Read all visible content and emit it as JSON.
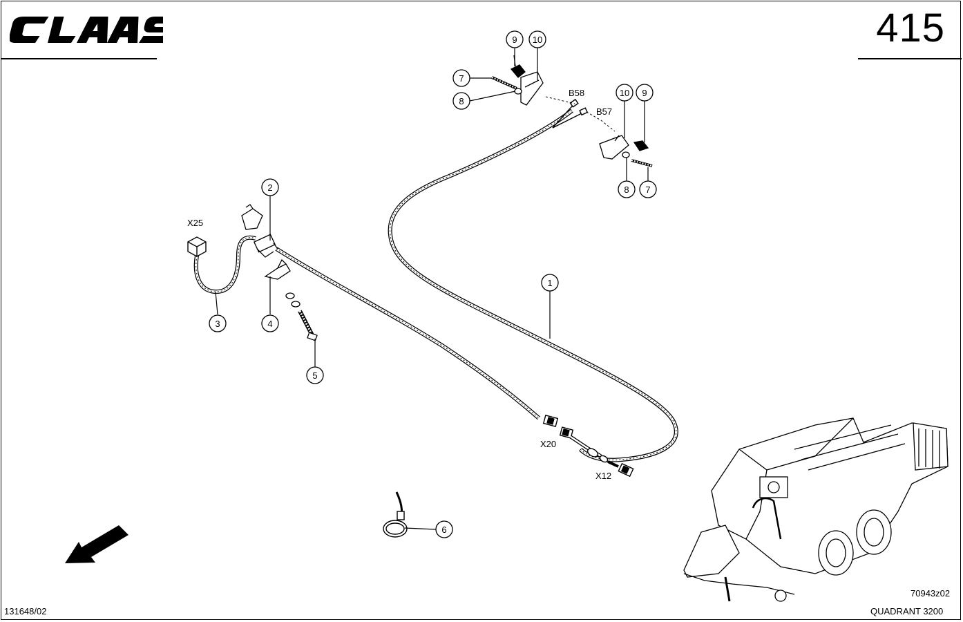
{
  "header": {
    "brand": "CLAAS",
    "page_number": "415"
  },
  "footer": {
    "document_number": "131648/02",
    "drawing_code": "70943z02",
    "model": "QUADRANT 3200"
  },
  "callouts": {
    "c1": "1",
    "c2": "2",
    "c3": "3",
    "c4": "4",
    "c5": "5",
    "c6": "6",
    "c7a": "7",
    "c8a": "8",
    "c9a": "9",
    "c10a": "10",
    "c7b": "7",
    "c8b": "8",
    "c9b": "9",
    "c10b": "10"
  },
  "connectors": {
    "x25": "X25",
    "x20": "X20",
    "x12": "X12",
    "b58": "B58",
    "b57": "B57"
  },
  "colors": {
    "ink": "#000000",
    "paper": "#ffffff"
  }
}
